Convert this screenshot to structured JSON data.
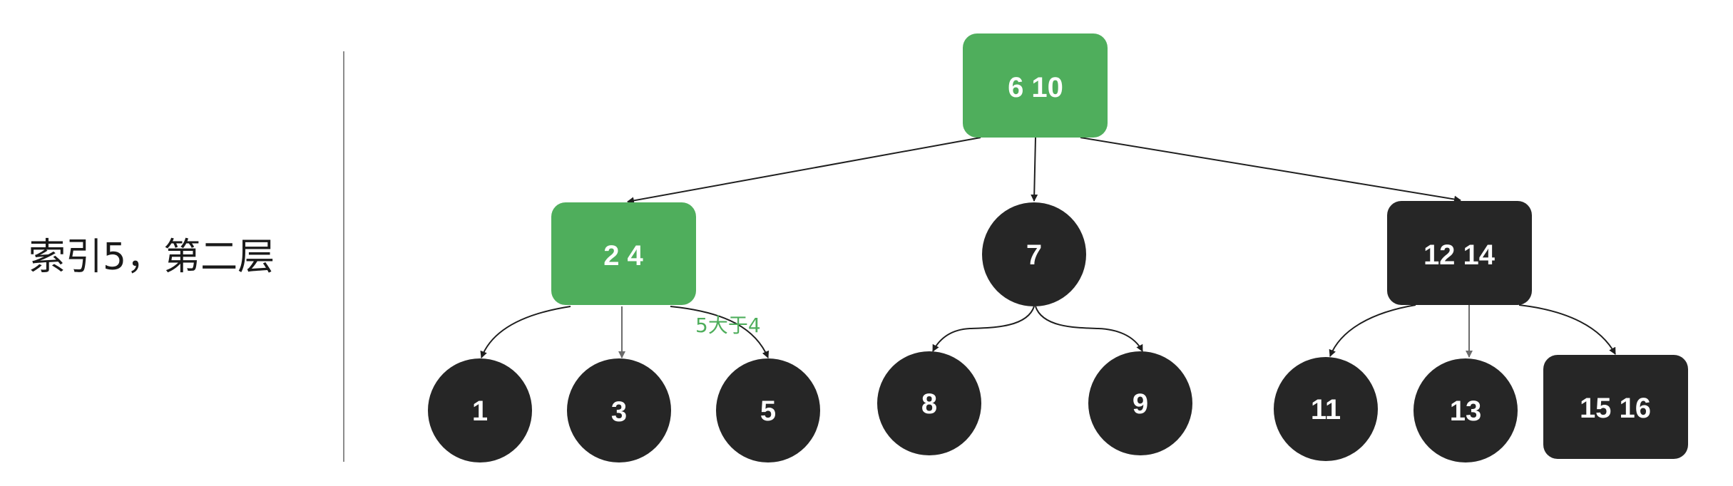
{
  "caption": "索引5，第二层",
  "colors": {
    "highlight": "#4fae5c",
    "node": "#262626",
    "edge": "#1f1f1f",
    "edge_muted": "#6b6b6b",
    "note": "#4fae5c"
  },
  "nodes": {
    "root": {
      "label": "6 10",
      "shape": "box",
      "state": "highlight"
    },
    "n24": {
      "label": "2 4",
      "shape": "box",
      "state": "highlight"
    },
    "n7": {
      "label": "7",
      "shape": "circle",
      "state": "normal"
    },
    "n1214": {
      "label": "12 14",
      "shape": "box",
      "state": "normal"
    },
    "n1": {
      "label": "1",
      "shape": "circle",
      "state": "normal"
    },
    "n3": {
      "label": "3",
      "shape": "circle",
      "state": "normal"
    },
    "n5": {
      "label": "5",
      "shape": "circle",
      "state": "normal"
    },
    "n8": {
      "label": "8",
      "shape": "circle",
      "state": "normal"
    },
    "n9": {
      "label": "9",
      "shape": "circle",
      "state": "normal"
    },
    "n11": {
      "label": "11",
      "shape": "circle",
      "state": "normal"
    },
    "n13": {
      "label": "13",
      "shape": "circle",
      "state": "normal"
    },
    "n1516": {
      "label": "15 16",
      "shape": "box",
      "state": "normal"
    }
  },
  "edge_note": "5大于4"
}
